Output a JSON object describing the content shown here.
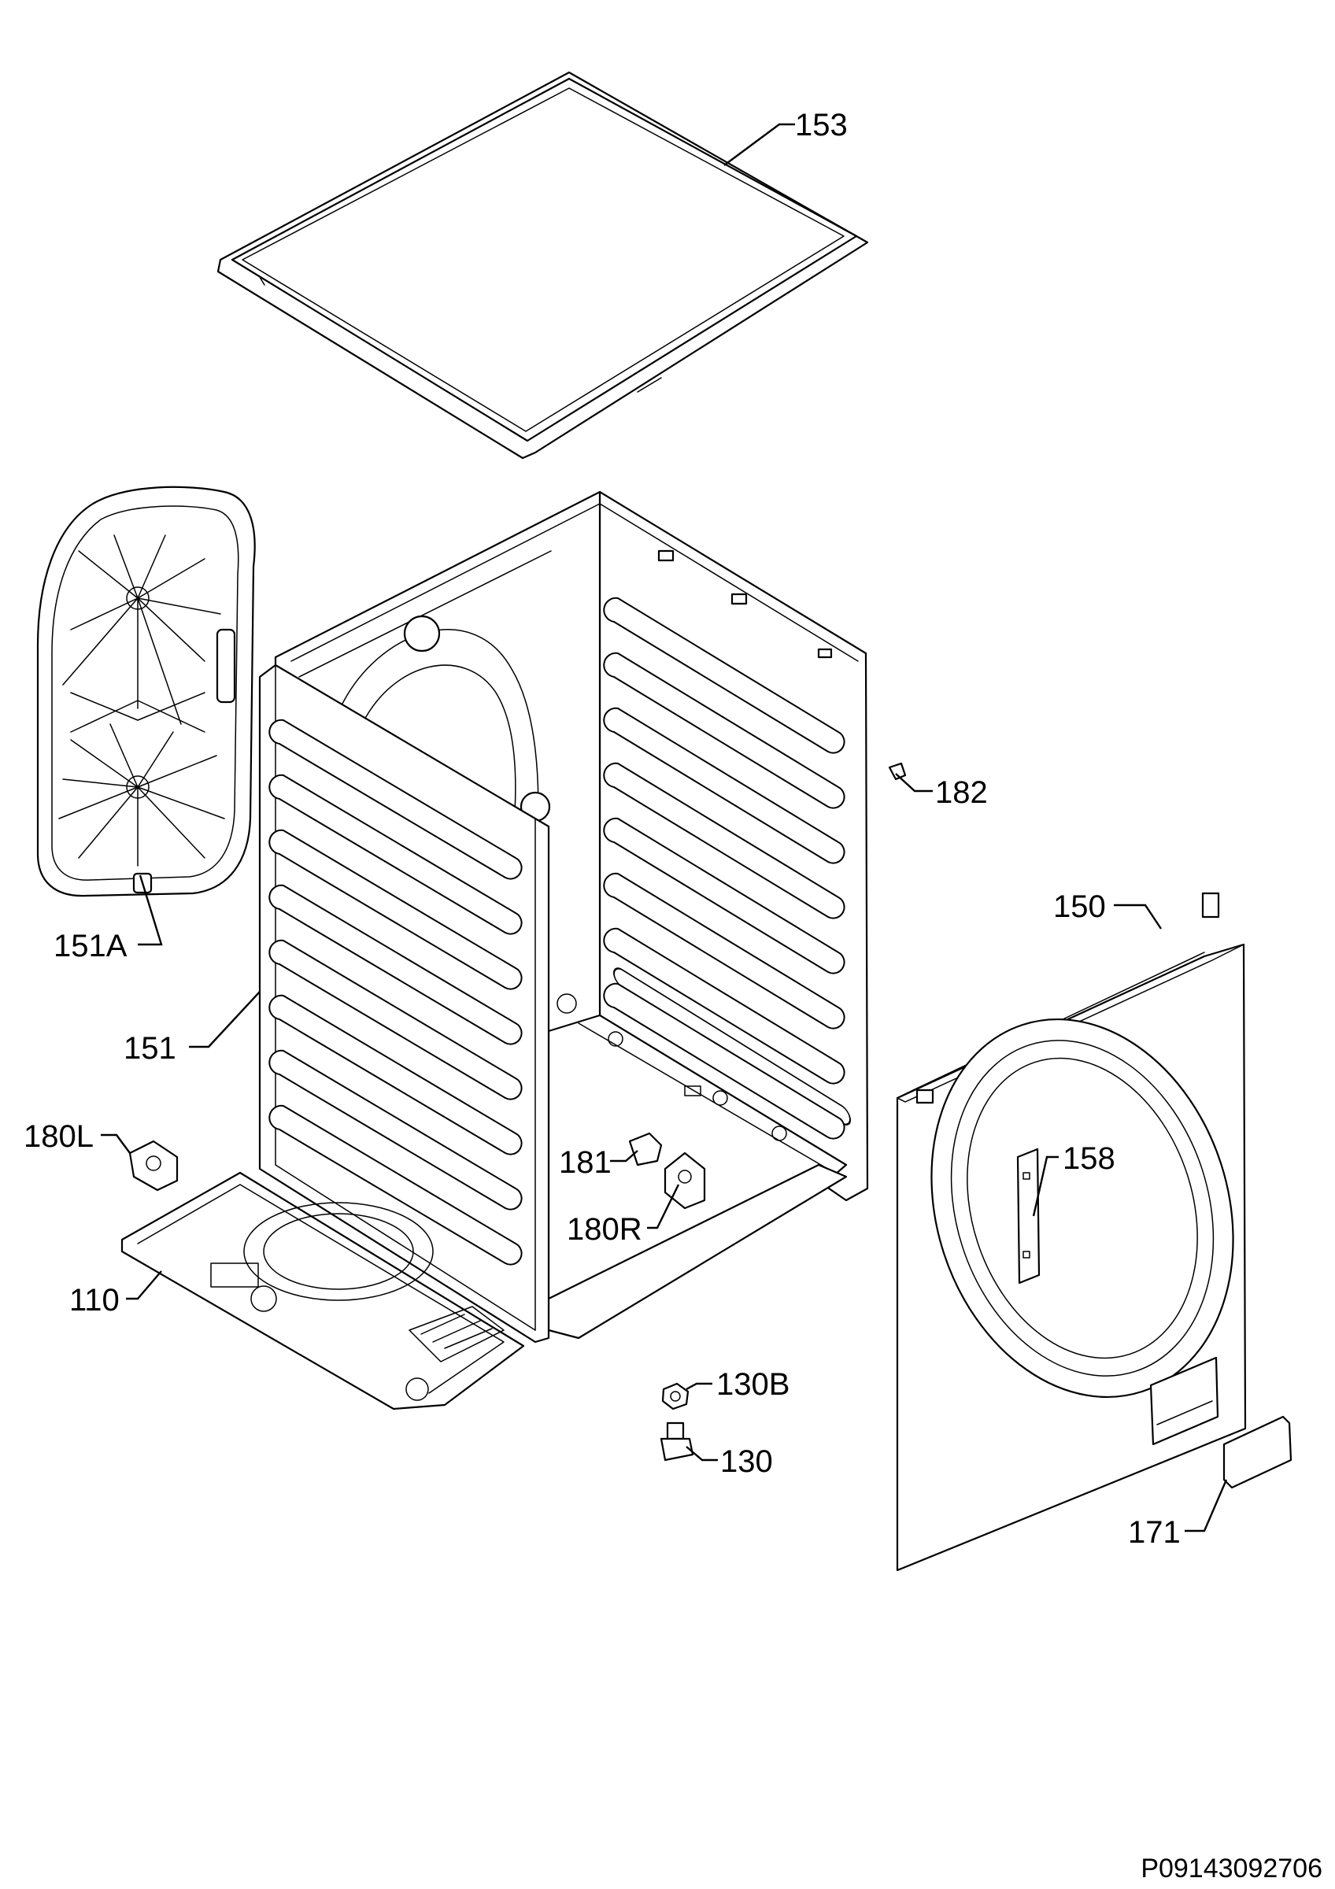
{
  "callouts": {
    "c153": "153",
    "c182": "182",
    "c151a": "151A",
    "c151": "151",
    "c150": "150",
    "c158": "158",
    "c180l": "180L",
    "c181": "181",
    "c180r": "180R",
    "c110": "110",
    "c130b": "130B",
    "c130": "130",
    "c171": "171"
  },
  "document_id": "P09143092706"
}
